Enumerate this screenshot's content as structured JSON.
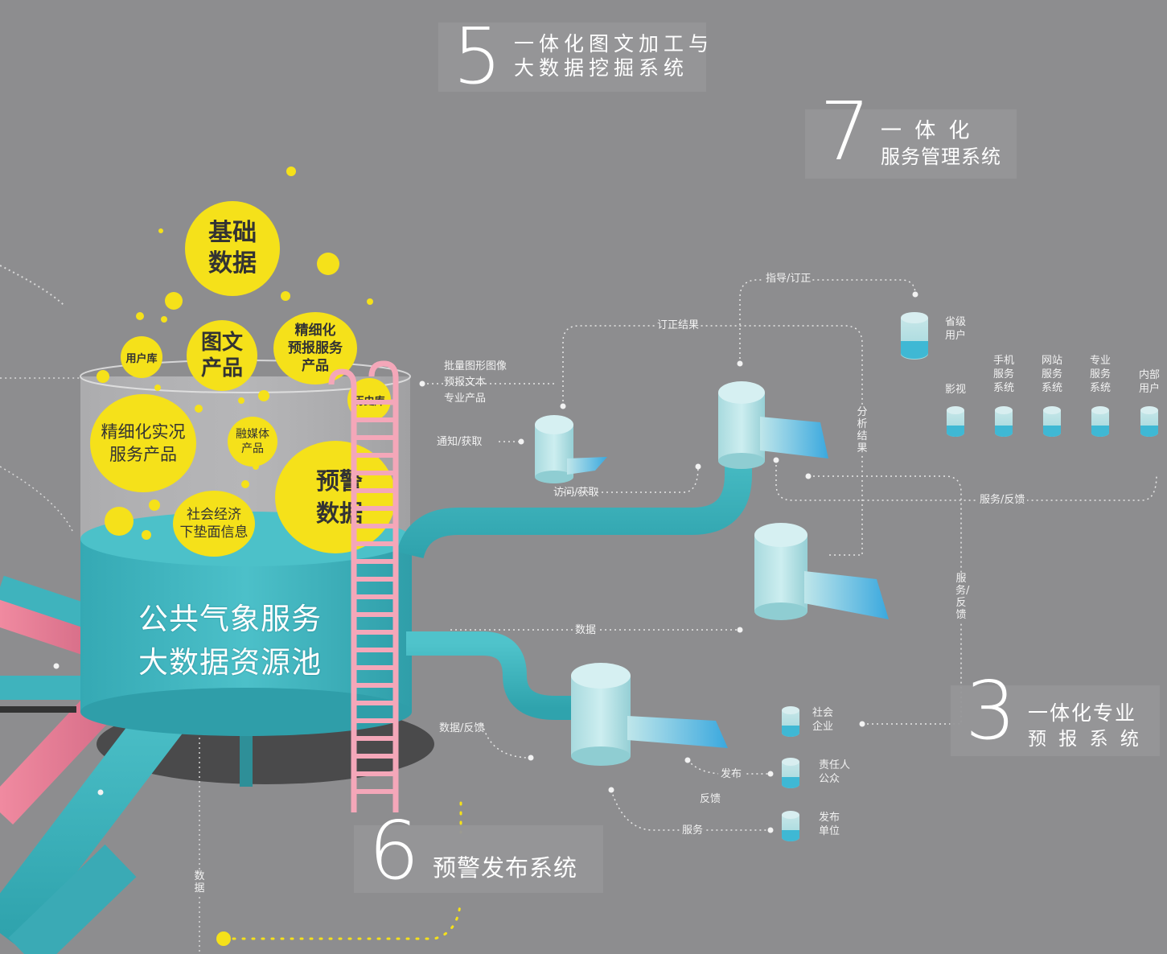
{
  "colors": {
    "background": "#8d8d8f",
    "pipe": "#3fb3bd",
    "bubble": "#f5e11a",
    "ladder": "#f4a7b9",
    "panel": "#9a9a9c"
  },
  "systems": [
    {
      "number": "5",
      "lines": [
        "一体化图文加工与",
        "大数据挖掘系统"
      ]
    },
    {
      "number": "7",
      "lines": [
        "一  体  化",
        "服务管理系统"
      ]
    },
    {
      "number": "3",
      "lines": [
        "一体化专业",
        "预 报 系 统"
      ]
    },
    {
      "number": "6",
      "lines": [
        "预警发布系统"
      ]
    }
  ],
  "pool": {
    "title_lines": [
      "公共气象服务",
      "大数据资源池"
    ]
  },
  "bubbles": {
    "basic": [
      "基础",
      "数据"
    ],
    "graphic": [
      "图文",
      "产品"
    ],
    "fine_forecast": [
      "精细化",
      "预报服务",
      "产品"
    ],
    "users": "用户库",
    "history": "历史库",
    "fine_live": [
      "精细化实况",
      "服务产品"
    ],
    "media": [
      "融媒体",
      "产品"
    ],
    "warning": [
      "预警",
      "数据"
    ],
    "socio": [
      "社会经济",
      "下垫面信息"
    ]
  },
  "flow_labels": {
    "guide_correct": "指导/订正",
    "correct_result": "订正结果",
    "batch_outputs": [
      "批量图形图像",
      "预报文本",
      "专业产品"
    ],
    "notify_get": "通知/获取",
    "access_get": "访问/获取",
    "analysis_result": "分析结果",
    "service_feedback_h": "服务/反馈",
    "service_feedback_v": "服务/反馈",
    "data_mid": "数据",
    "data_feedback": "数据/反馈",
    "publish": "发布",
    "feedback": "反馈",
    "service": "服务",
    "data_bottom": "数据"
  },
  "users_top": [
    {
      "label": [
        "省级",
        "用户"
      ]
    },
    {
      "label": [
        "影视"
      ]
    },
    {
      "label": [
        "手机",
        "服务",
        "系统"
      ]
    },
    {
      "label": [
        "网站",
        "服务",
        "系统"
      ]
    },
    {
      "label": [
        "专业",
        "服务",
        "系统"
      ]
    },
    {
      "label": [
        "内部",
        "用户"
      ]
    }
  ],
  "users_bottom": [
    {
      "label": [
        "社会",
        "企业"
      ]
    },
    {
      "label": [
        "责任人",
        "公众"
      ]
    },
    {
      "label": [
        "发布",
        "单位"
      ]
    }
  ]
}
